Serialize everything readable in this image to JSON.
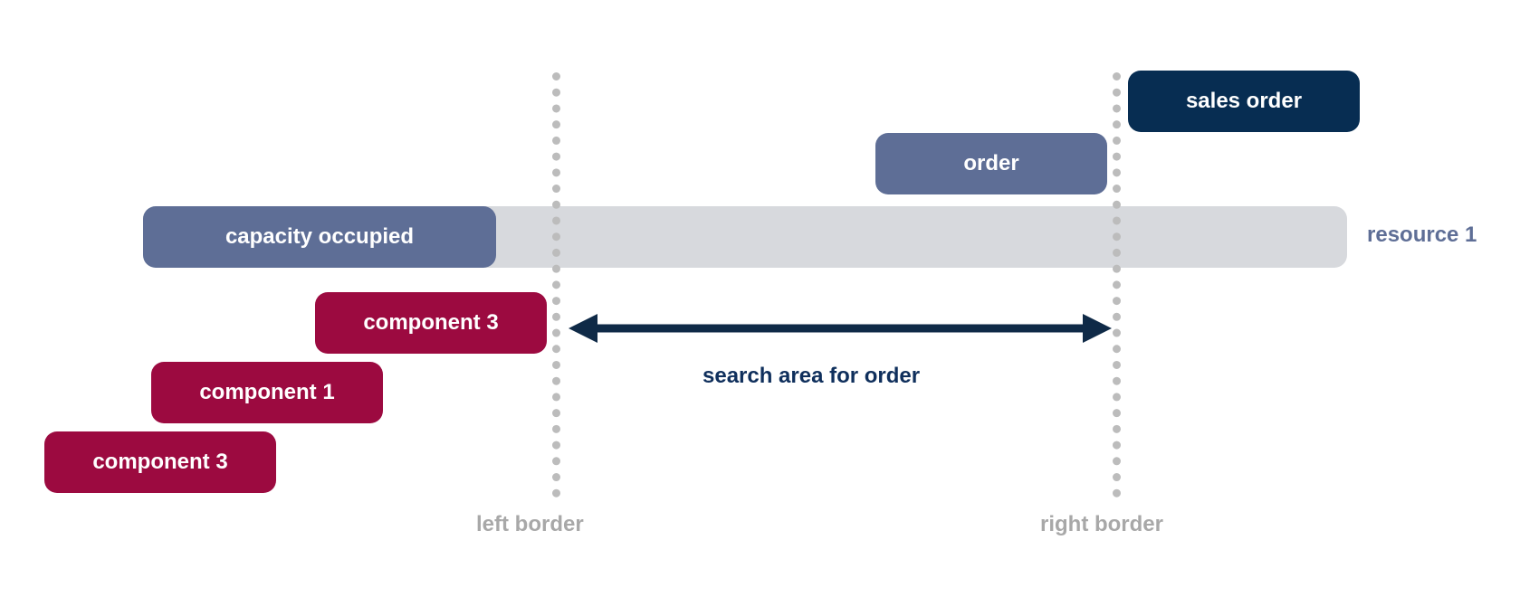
{
  "diagram": {
    "boxes": {
      "sales_order": "sales order",
      "order": "order",
      "capacity_occupied": "capacity occupied",
      "component_3_top": "component 3",
      "component_1": "component 1",
      "component_3_bottom": "component 3"
    },
    "resource_label": "resource 1",
    "search_area_label": "search area for order",
    "left_border_label": "left border",
    "right_border_label": "right border"
  },
  "colors": {
    "sales_order": "#072d52",
    "order_and_capacity": "#5e6e96",
    "component": "#9c0a40",
    "resource_bar": "#d7d9dd",
    "border_lines": "#bcbcbc",
    "border_text": "#a8a8a8",
    "arrow": "#0f2a47",
    "search_text": "#0f2f5c",
    "resource_text": "#5e6e96"
  }
}
